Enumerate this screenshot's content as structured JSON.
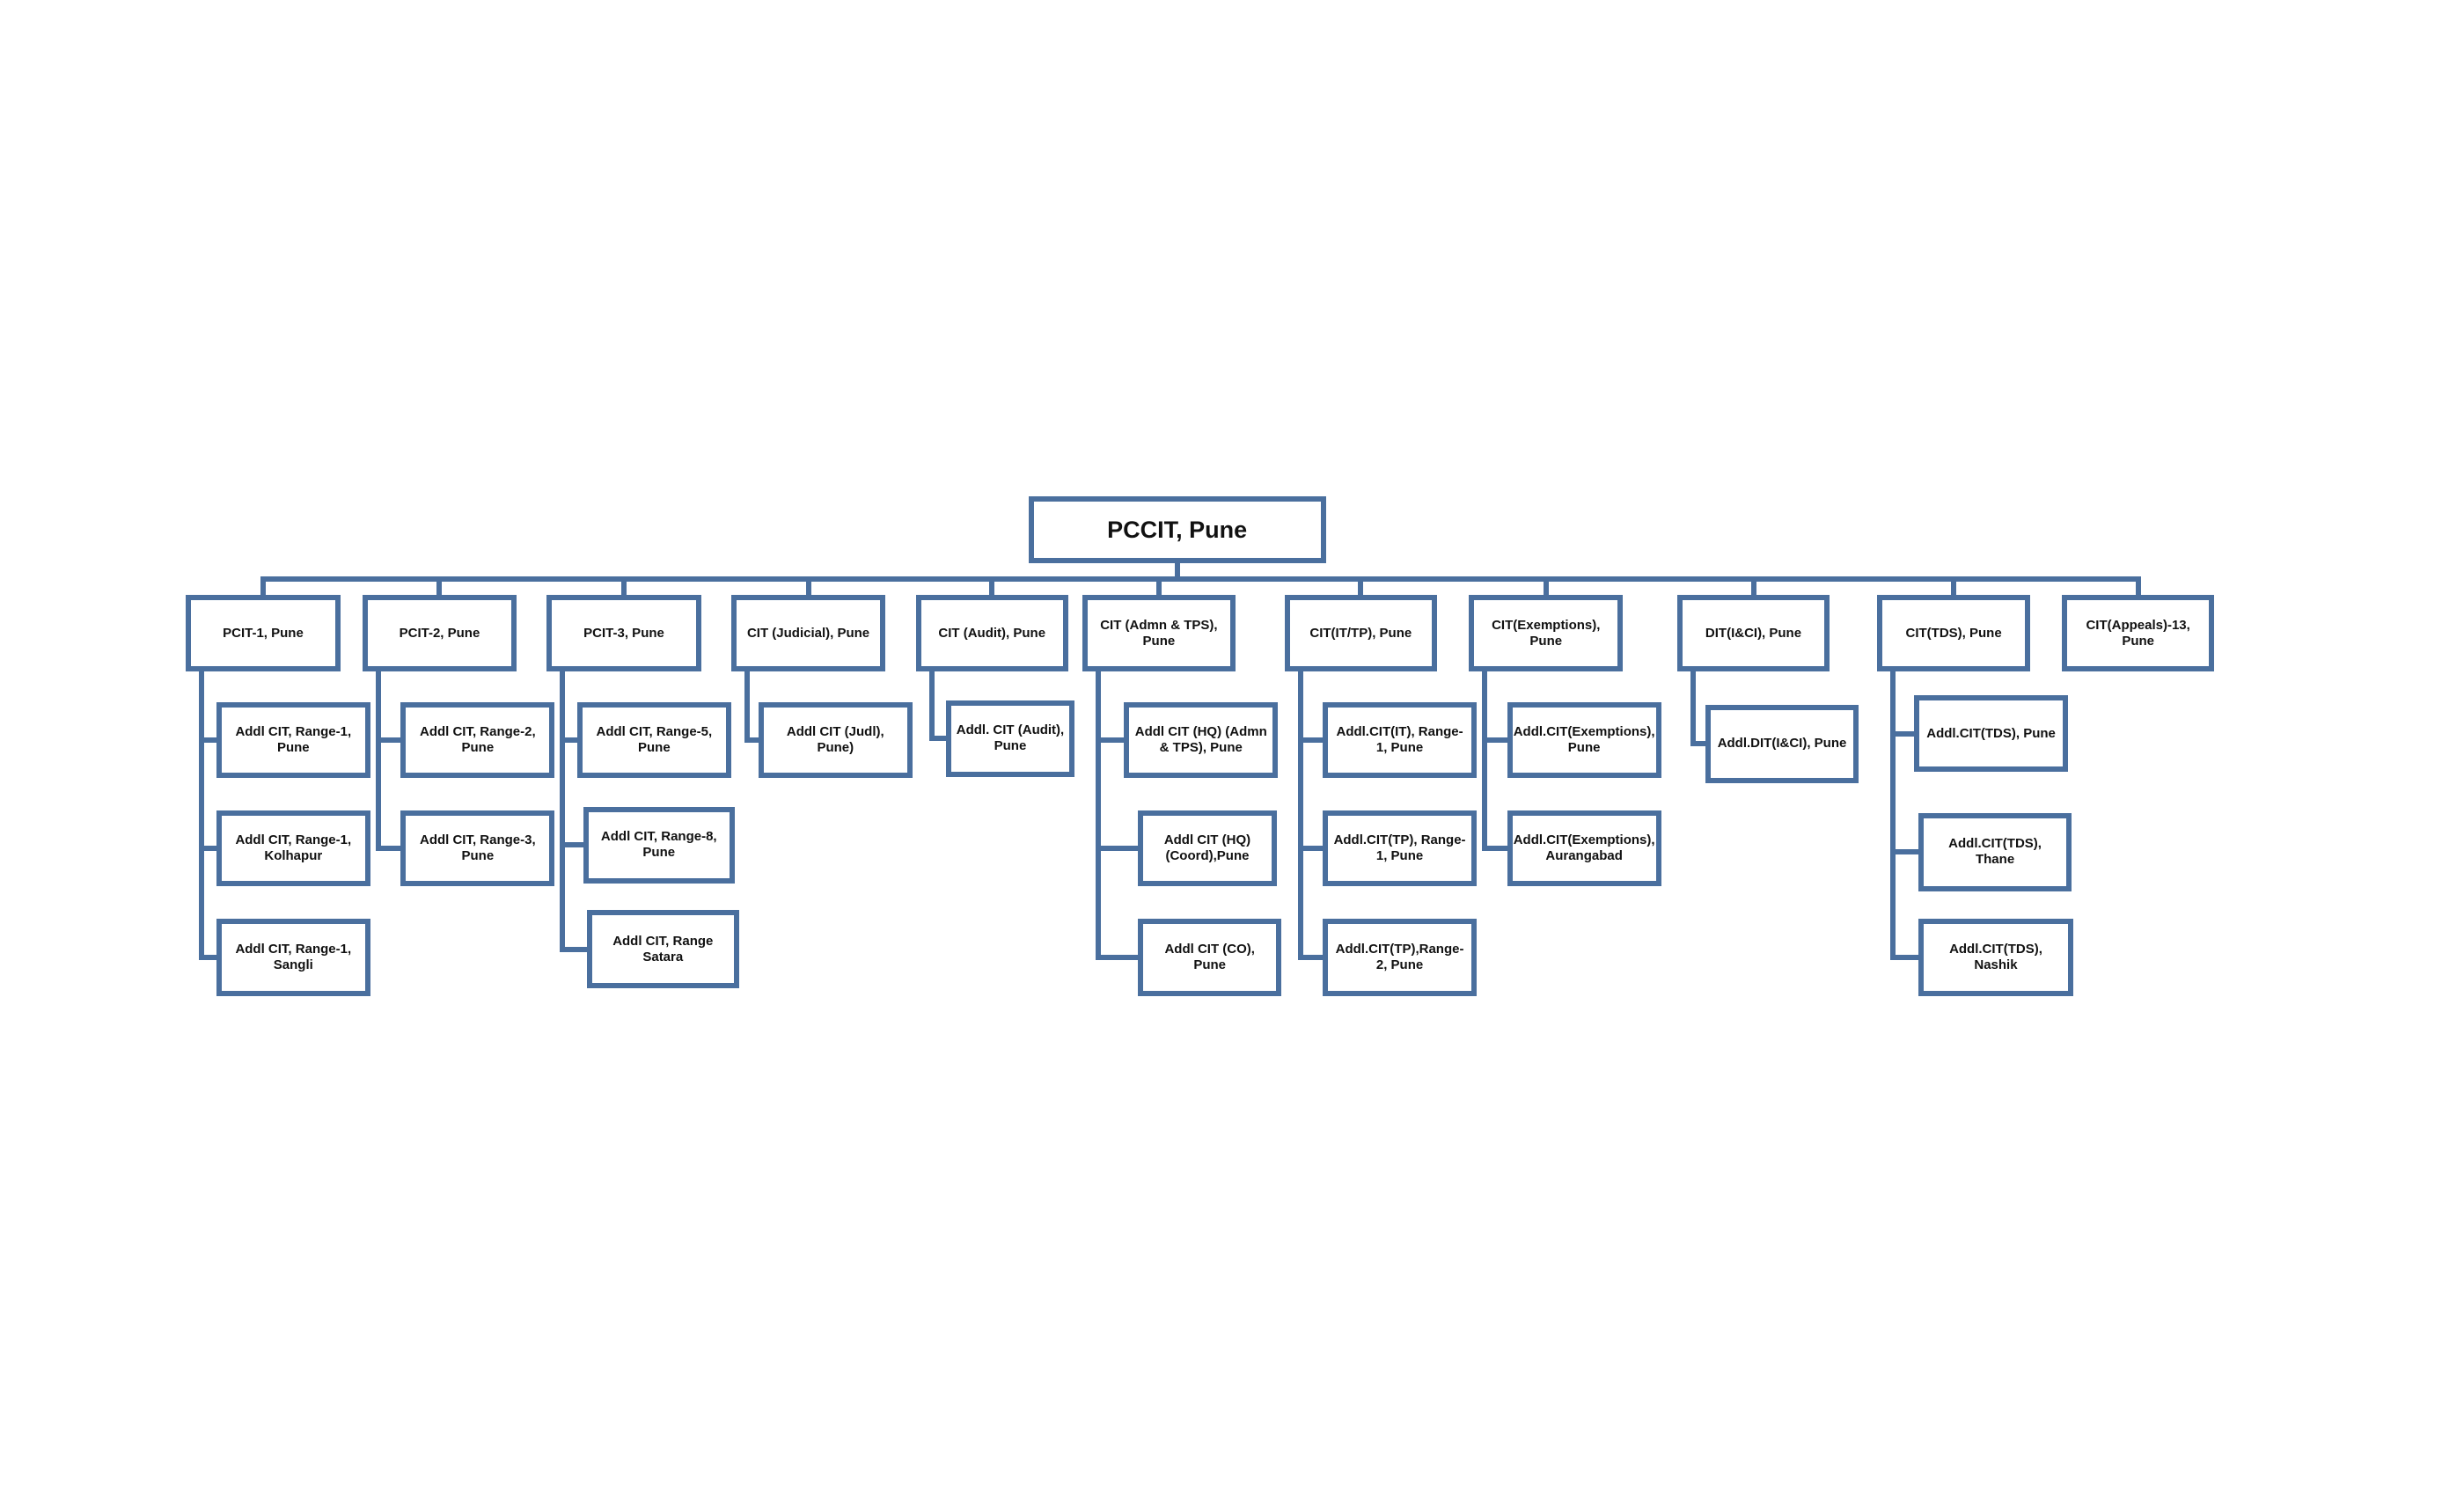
{
  "colors": {
    "border": "#4a6f9e",
    "text": "#111111",
    "background": "#ffffff"
  },
  "root": {
    "label": "PCCIT, Pune"
  },
  "branches": [
    {
      "label": "PCIT-1, Pune",
      "children": [
        "Addl CIT, Range-1, Pune",
        "Addl CIT, Range-1, Kolhapur",
        "Addl CIT, Range-1, Sangli"
      ]
    },
    {
      "label": "PCIT-2, Pune",
      "children": [
        "Addl CIT, Range-2, Pune",
        "Addl CIT, Range-3, Pune"
      ]
    },
    {
      "label": "PCIT-3, Pune",
      "children": [
        "Addl CIT, Range-5, Pune",
        "Addl CIT, Range-8, Pune",
        "Addl CIT, Range Satara"
      ]
    },
    {
      "label": "CIT (Judicial), Pune",
      "children": [
        "Addl CIT (Judl), Pune)"
      ]
    },
    {
      "label": "CIT (Audit), Pune",
      "children": [
        "Addl. CIT (Audit), Pune"
      ]
    },
    {
      "label": "CIT (Admn & TPS), Pune",
      "children": [
        "Addl CIT (HQ) (Admn & TPS), Pune",
        "Addl CIT (HQ)(Coord),Pune",
        "Addl CIT (CO), Pune"
      ]
    },
    {
      "label": "CIT(IT/TP), Pune",
      "children": [
        "Addl.CIT(IT), Range-1, Pune",
        "Addl.CIT(TP), Range-1, Pune",
        "Addl.CIT(TP),Range-2, Pune"
      ]
    },
    {
      "label": "CIT(Exemptions), Pune",
      "children": [
        "Addl.CIT(Exemptions), Pune",
        "Addl.CIT(Exemptions), Aurangabad"
      ]
    },
    {
      "label": "DIT(I&CI), Pune",
      "children": [
        "Addl.DIT(I&CI), Pune"
      ]
    },
    {
      "label": "CIT(TDS), Pune",
      "children": [
        "Addl.CIT(TDS), Pune",
        "Addl.CIT(TDS), Thane",
        "Addl.CIT(TDS), Nashik"
      ]
    },
    {
      "label": "CIT(Appeals)-13, Pune",
      "children": []
    }
  ]
}
